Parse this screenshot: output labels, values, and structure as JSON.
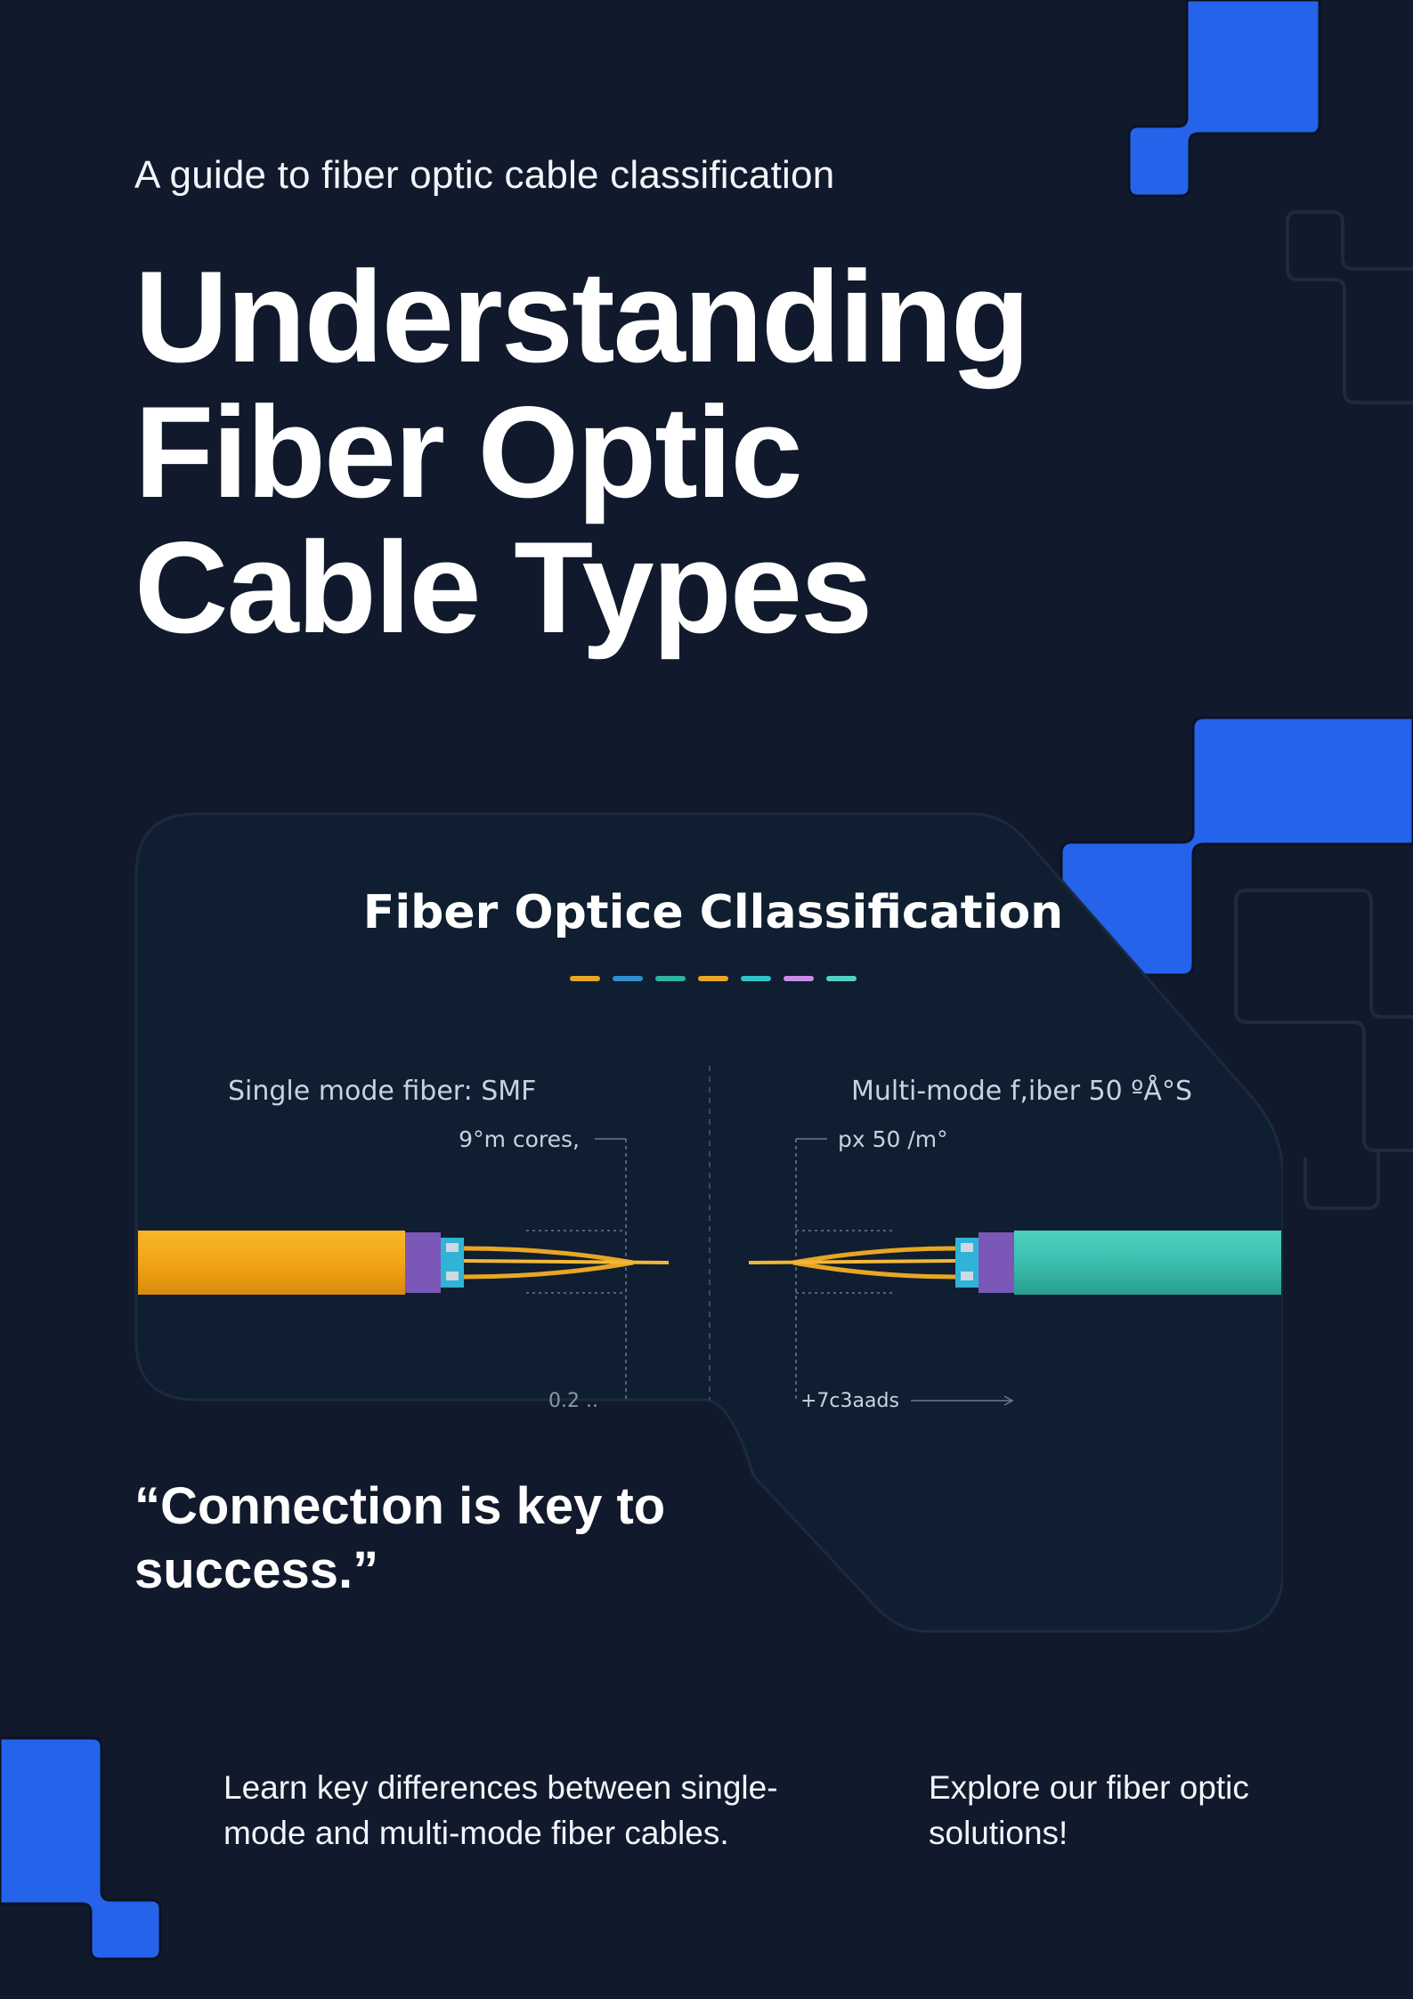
{
  "header": {
    "subtitle": "A guide to fiber optic cable classification",
    "title_lines": [
      "Understanding",
      "Fiber Optic",
      "Cable Types"
    ]
  },
  "illustration": {
    "heading": "Fiber Optice Cllassification",
    "left_label": "Single mode fiber: SMF",
    "left_core_label": "9°m cores,",
    "left_bottom_label": "0.2 ..",
    "right_label": "Multi-mode f,iber 50 ºÅ°S",
    "right_core_label": "px 50 /m°",
    "right_bottom_label": "+7c3aads",
    "accent_dash_colors": [
      "#e9a623",
      "#2e8fd0",
      "#2db3a0",
      "#e9a623",
      "#2fc4c9",
      "#c98be8",
      "#4fd1c5"
    ],
    "left_cable_color": "#f2a516",
    "right_cable_color": "#3bbfae"
  },
  "quote": "“Connection is key to success.”",
  "footer": {
    "left_text": "Learn key differences between single-mode and multi-mode fiber cables.",
    "right_text": "Explore our fiber optic solutions!"
  },
  "colors": {
    "background": "#111a2c",
    "accent_blue": "#2563eb",
    "panel": "#0f1e30"
  }
}
